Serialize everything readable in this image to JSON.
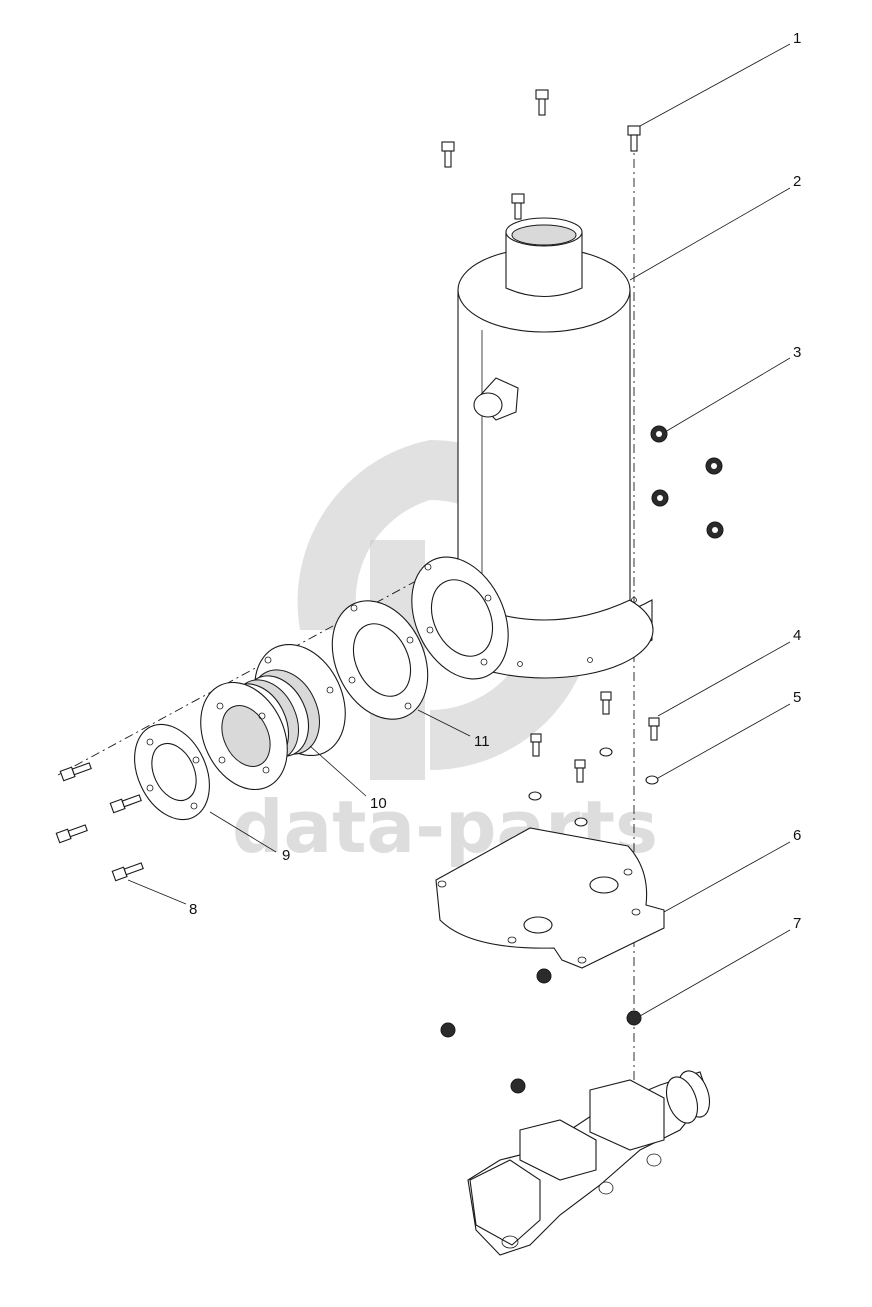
{
  "watermark": {
    "text": "data-parts"
  },
  "callouts": [
    {
      "id": "c1",
      "label": "1"
    },
    {
      "id": "c2",
      "label": "2"
    },
    {
      "id": "c3",
      "label": "3"
    },
    {
      "id": "c4",
      "label": "4"
    },
    {
      "id": "c5",
      "label": "5"
    },
    {
      "id": "c6",
      "label": "6"
    },
    {
      "id": "c7",
      "label": "7"
    },
    {
      "id": "c8",
      "label": "8"
    },
    {
      "id": "c9",
      "label": "9"
    },
    {
      "id": "c10",
      "label": "10"
    },
    {
      "id": "c11",
      "label": "11"
    }
  ],
  "colors": {
    "line": "#1a1a1a",
    "watermark": "#c8c8c8",
    "background": "#ffffff"
  }
}
